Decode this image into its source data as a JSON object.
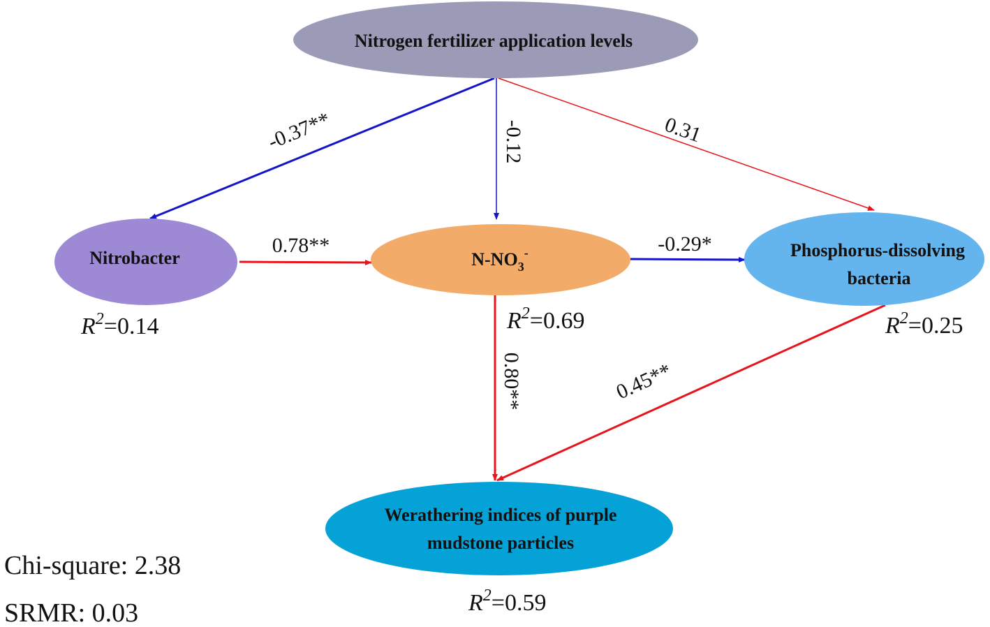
{
  "colors": {
    "positive_path": "#e8141c",
    "negative_path": "#1414c8",
    "nitrogen_node": "#9b9bb8",
    "nitrobacter_node": "#9e8ad4",
    "nno3_node": "#f2ab68",
    "phosphorus_node": "#64b4ee",
    "weathering_node": "#04a2d6"
  },
  "nodes": {
    "nitrogen": {
      "label": "Nitrogen fertilizer application levels"
    },
    "nitrobacter": {
      "label": "Nitrobacter",
      "r2_symbol": "R",
      "r2_exp": "2",
      "r2_value": "=0.14"
    },
    "nno3": {
      "label": "N-NO",
      "label_sub": "3",
      "label_sup": "-",
      "r2_symbol": "R",
      "r2_exp": "2",
      "r2_value": "=0.69"
    },
    "phosphorus": {
      "label_line1": "Phosphorus-dissolving",
      "label_line2": "bacteria",
      "r2_symbol": "R",
      "r2_exp": "2",
      "r2_value": "=0.25"
    },
    "weathering": {
      "label_line1": "Werathering indices of purple",
      "label_line2": "mudstone particles",
      "r2_symbol": "R",
      "r2_exp": "2",
      "r2_value": "=0.59"
    }
  },
  "paths": {
    "nitrogen_to_nitrobacter": {
      "coefficient": "-0.37**",
      "sign": "negative"
    },
    "nitrogen_to_nno3": {
      "coefficient": "-0.12",
      "sign": "negative"
    },
    "nitrogen_to_phosphorus": {
      "coefficient": "0.31",
      "sign": "positive"
    },
    "nitrobacter_to_nno3": {
      "coefficient": "0.78**",
      "sign": "positive"
    },
    "nno3_to_phosphorus": {
      "coefficient": "-0.29*",
      "sign": "negative"
    },
    "nno3_to_weathering": {
      "coefficient": "0.80**",
      "sign": "positive"
    },
    "phosphorus_to_weathering": {
      "coefficient": "0.45**",
      "sign": "positive"
    }
  },
  "fit": {
    "chi_square": "Chi-square: 2.38",
    "srmr": "SRMR: 0.03"
  }
}
